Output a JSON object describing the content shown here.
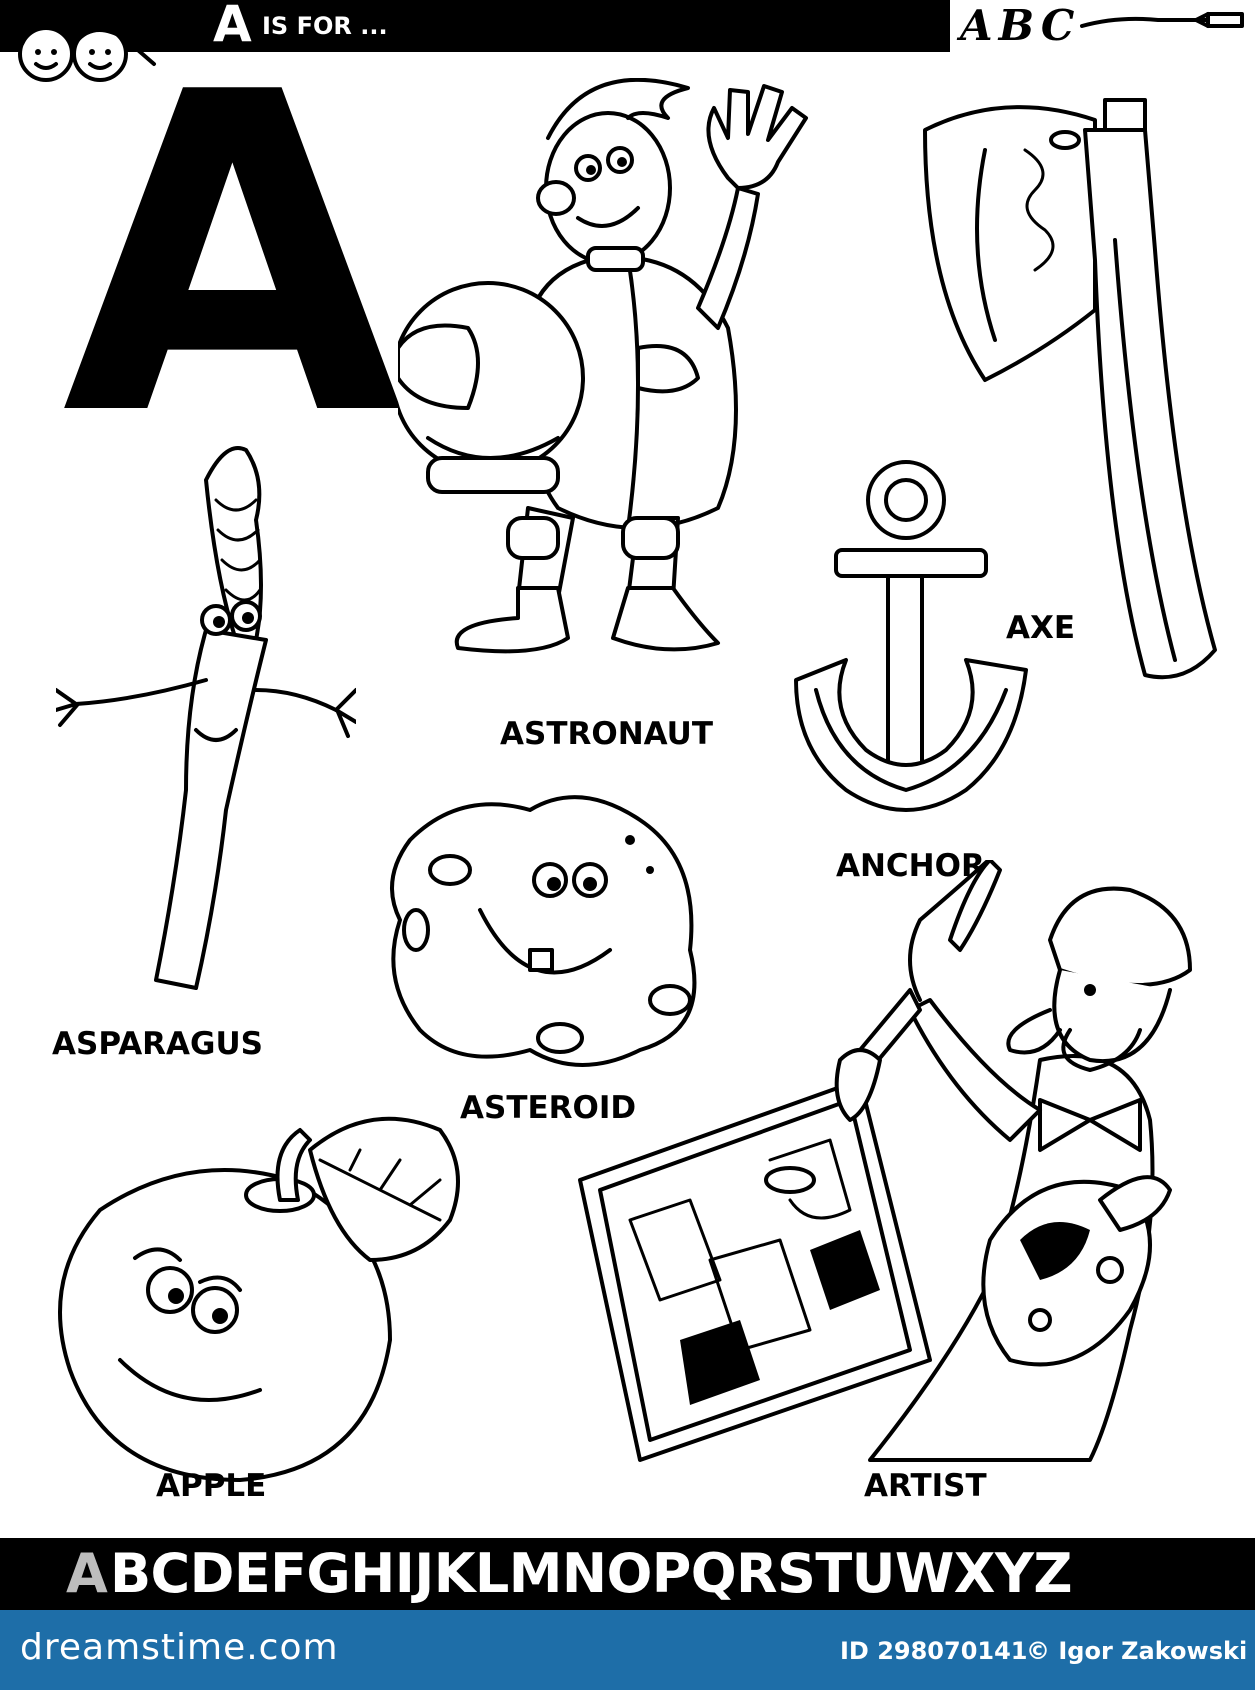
{
  "header": {
    "letter": "A",
    "text": "IS FOR ...",
    "abc": "ABC"
  },
  "main": {
    "big_letter": "A",
    "words": {
      "astronaut": "ASTRONAUT",
      "axe": "AXE",
      "anchor": "ANCHOR",
      "asparagus": "ASPARAGUS",
      "asteroid": "ASTEROID",
      "apple": "APPLE",
      "artist": "ARTIST"
    }
  },
  "alphabet": {
    "highlight": "A",
    "rest": "BCDEFGHIJKLMNOPQRSTUWXYZ"
  },
  "footer": {
    "brand": "dreamstime.com",
    "id": "ID 298070141",
    "author": "© Igor Zakowski",
    "color": "#1e6ea8"
  }
}
